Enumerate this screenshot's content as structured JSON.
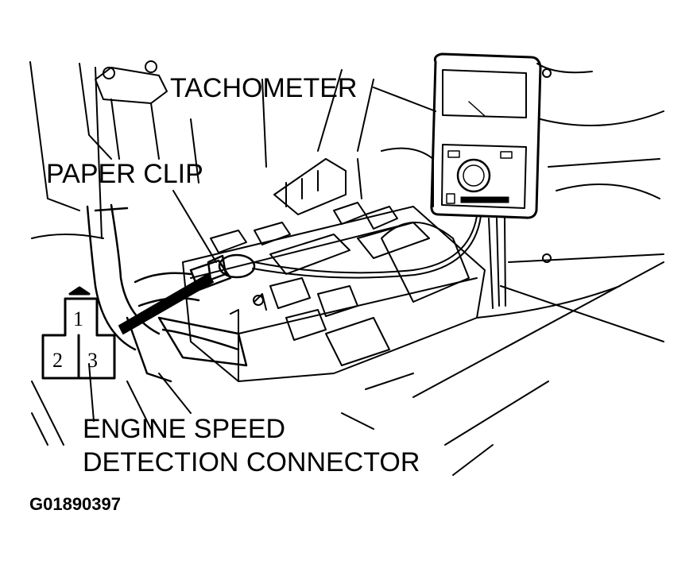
{
  "labels": {
    "tachometer": "TACHOMETER",
    "paper_clip": "PAPER CLIP",
    "connector_line1": "ENGINE SPEED",
    "connector_line2": "DETECTION CONNECTOR",
    "figure_id": "G01890397"
  },
  "connector_pins": [
    "1",
    "2",
    "3"
  ],
  "colors": {
    "ink": "#000000",
    "paper": "#ffffff"
  }
}
